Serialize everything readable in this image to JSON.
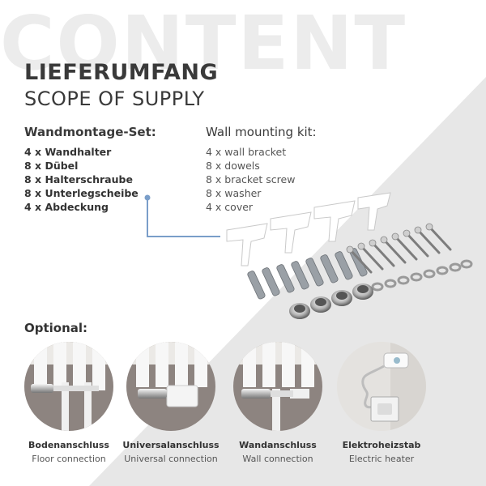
{
  "watermark": "CONTENT",
  "title": "LIEFERUMFANG",
  "subtitle": "SCOPE OF SUPPLY",
  "kit_de": {
    "heading": "Wandmontage-Set:",
    "items": [
      "4 x Wandhalter",
      "8 x Dübel",
      "8 x Halterschraube",
      "8 x Unterlegscheibe",
      "4 x Abdeckung"
    ]
  },
  "kit_en": {
    "heading": "Wall mounting kit:",
    "items": [
      "4 x wall bracket",
      "8 x dowels",
      "8 x bracket screw",
      "8 x washer",
      "4 x cover"
    ]
  },
  "optional_label": "Optional:",
  "options": [
    {
      "de": "Bodenanschluss",
      "en": "Floor connection",
      "icon": "floor-connection-icon"
    },
    {
      "de": "Universalanschluss",
      "en": "Universal connection",
      "icon": "universal-connection-icon"
    },
    {
      "de": "Wandanschluss",
      "en": "Wall connection",
      "icon": "wall-connection-icon"
    },
    {
      "de": "Elektroheizstab",
      "en": "Electric heater",
      "icon": "electric-heater-icon"
    }
  ],
  "colors": {
    "accent_line": "#7a9ec9",
    "background_diagonal": "#e6e6e6"
  }
}
